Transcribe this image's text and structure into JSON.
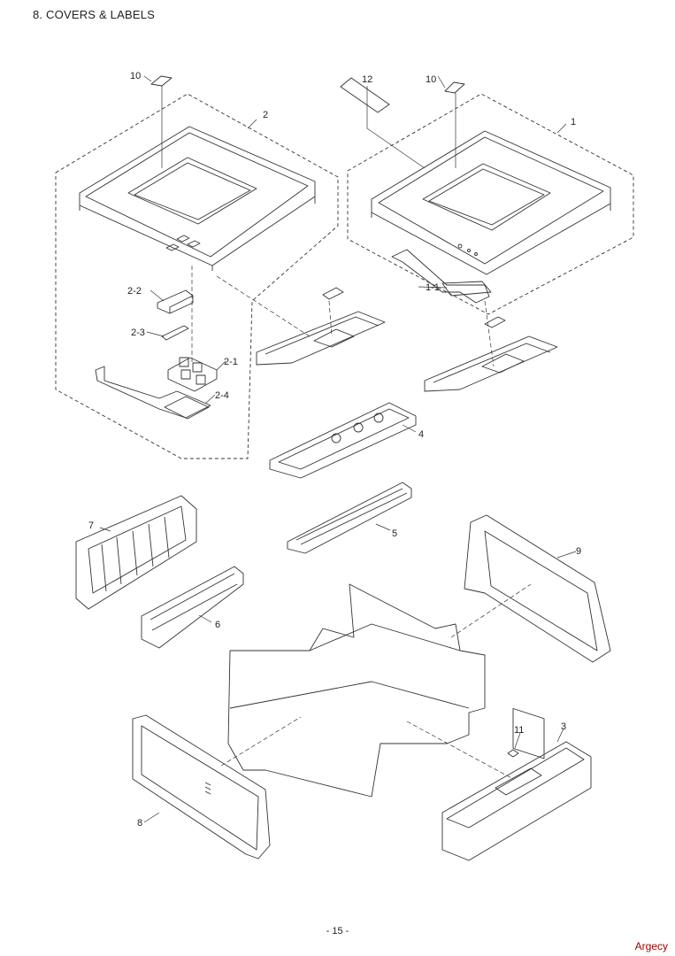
{
  "page": {
    "heading": "8. COVERS & LABELS",
    "page_number": "- 15 -",
    "watermark": "Argecy",
    "watermark_color": "#a40000"
  },
  "callouts": {
    "c1": "1",
    "c1_1": "1-1",
    "c2": "2",
    "c2_1": "2-1",
    "c2_2": "2-2",
    "c2_3": "2-3",
    "c2_4": "2-4",
    "c3": "3",
    "c4": "4",
    "c5": "5",
    "c6": "6",
    "c7": "7",
    "c8": "8",
    "c9": "9",
    "c10a": "10",
    "c10b": "10",
    "c11": "11",
    "c12": "12"
  }
}
